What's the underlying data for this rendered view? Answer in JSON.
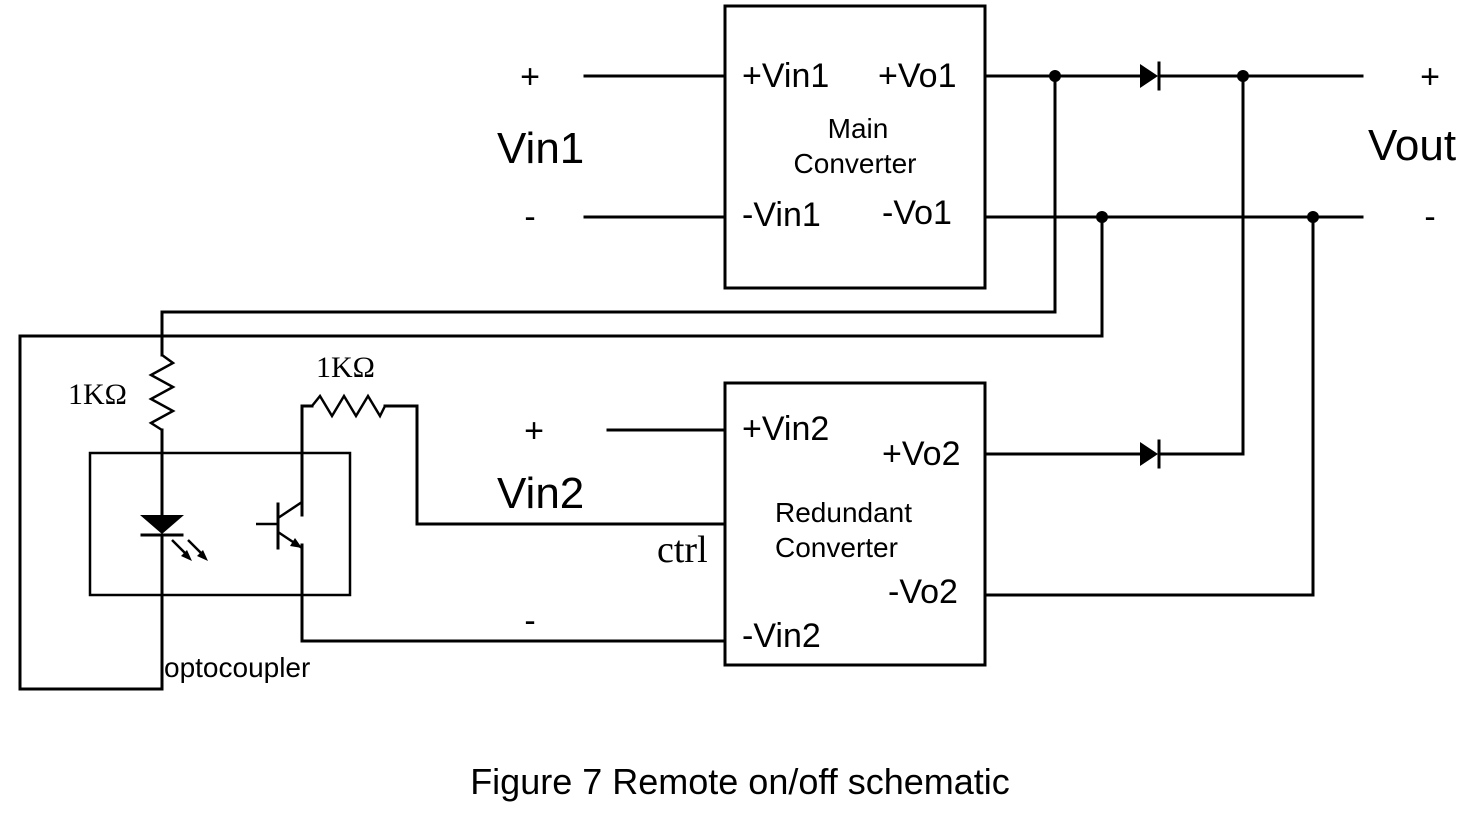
{
  "main_converter": {
    "name_line1": "Main",
    "name_line2": "Converter",
    "pin_vin_pos": "+Vin1",
    "pin_vin_neg": "-Vin1",
    "pin_vo_pos": "+Vo1",
    "pin_vo_neg": "-Vo1"
  },
  "redundant_converter": {
    "name_line1": "Redundant",
    "name_line2": "Converter",
    "pin_vin_pos": "+Vin2",
    "pin_vin_neg": "-Vin2",
    "pin_vo_pos": "+Vo2",
    "pin_vo_neg": "-Vo2",
    "pin_ctrl": "ctrl"
  },
  "inputs": {
    "vin1_label": "Vin1",
    "vin1_plus": "+",
    "vin1_minus": "-",
    "vin2_label": "Vin2",
    "vin2_plus": "+",
    "vin2_minus": "-"
  },
  "output": {
    "label": "Vout",
    "plus": "+",
    "minus": "-"
  },
  "resistors": {
    "led_resistor": "1KΩ",
    "transistor_resistor": "1KΩ"
  },
  "optocoupler_label": "optocoupler",
  "caption": "Figure 7 Remote on/off schematic"
}
